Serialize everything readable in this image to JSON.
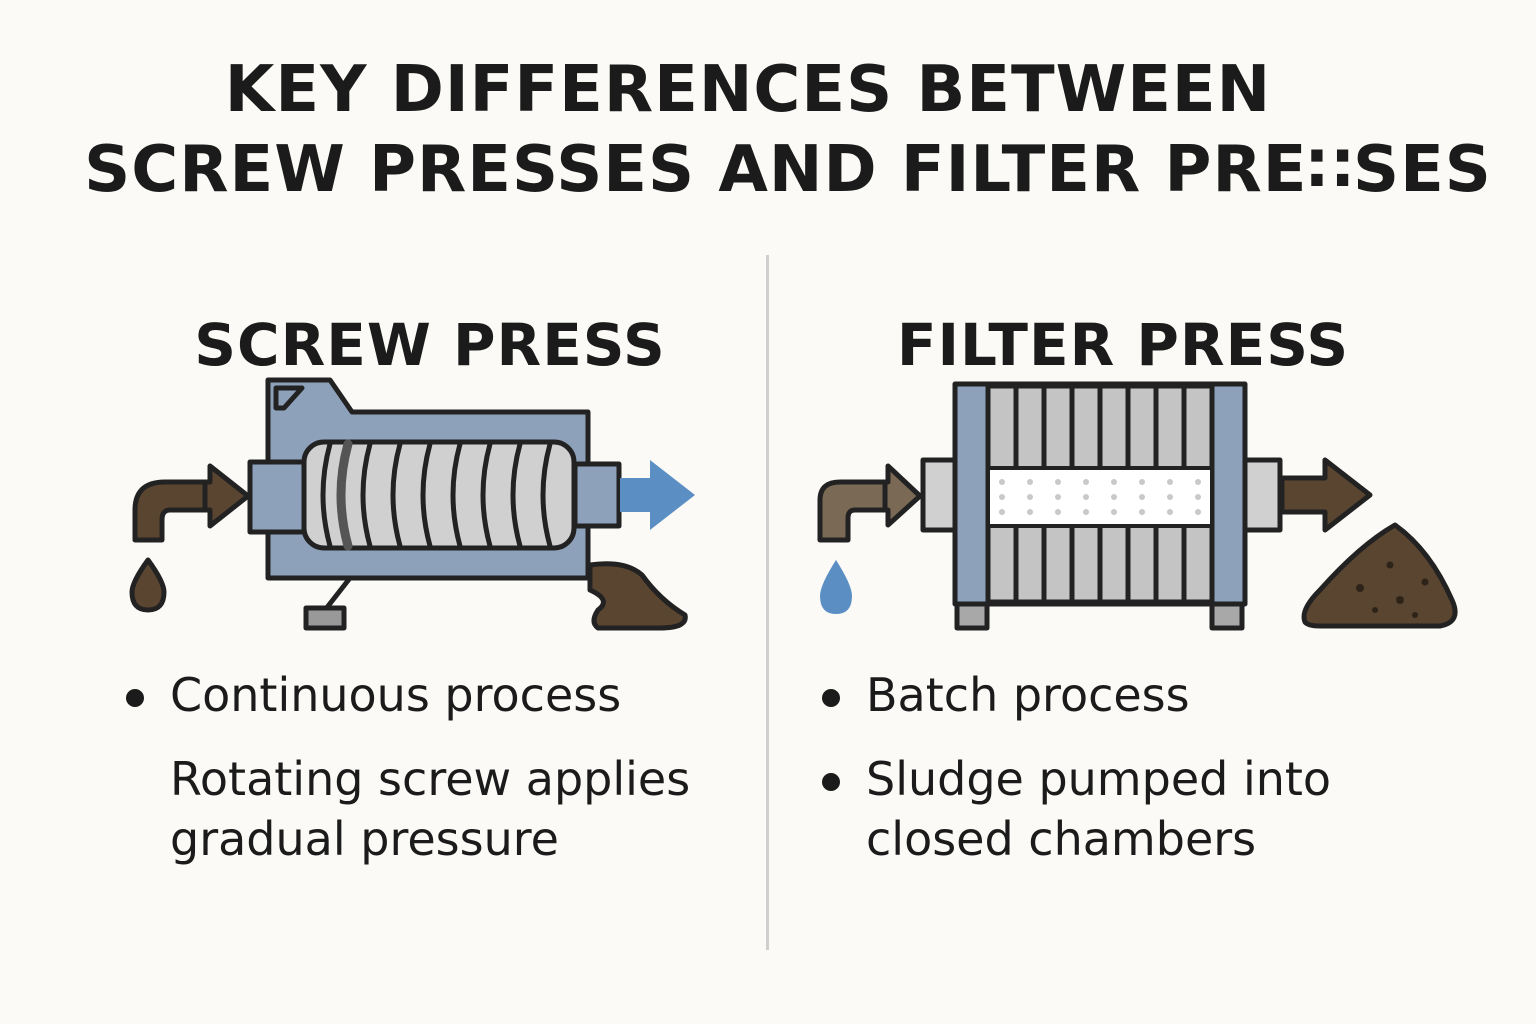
{
  "title": {
    "line1": "KEY DIFFERENCES BETWEEN",
    "line2": "SCREW PRESSES AND FILTER PRE∷SES"
  },
  "left": {
    "heading": "SCREW PRESS",
    "bullets": [
      {
        "text": "Continuous process",
        "dot": true
      },
      {
        "text": "Rotating screw applies gradual pressure",
        "dot": false
      }
    ]
  },
  "right": {
    "heading": "FILTER PRESS",
    "bullets": [
      {
        "text": "Batch process",
        "dot": true
      },
      {
        "text": "Sludge pumped into closed chambers",
        "dot": true
      }
    ]
  },
  "colors": {
    "sludge": "#5a4530",
    "filtrate": "#5b8fc4",
    "press_body": "#8da2ba",
    "plates": "#bdbdbd",
    "outline": "#222222",
    "background": "#fbfaf6"
  }
}
